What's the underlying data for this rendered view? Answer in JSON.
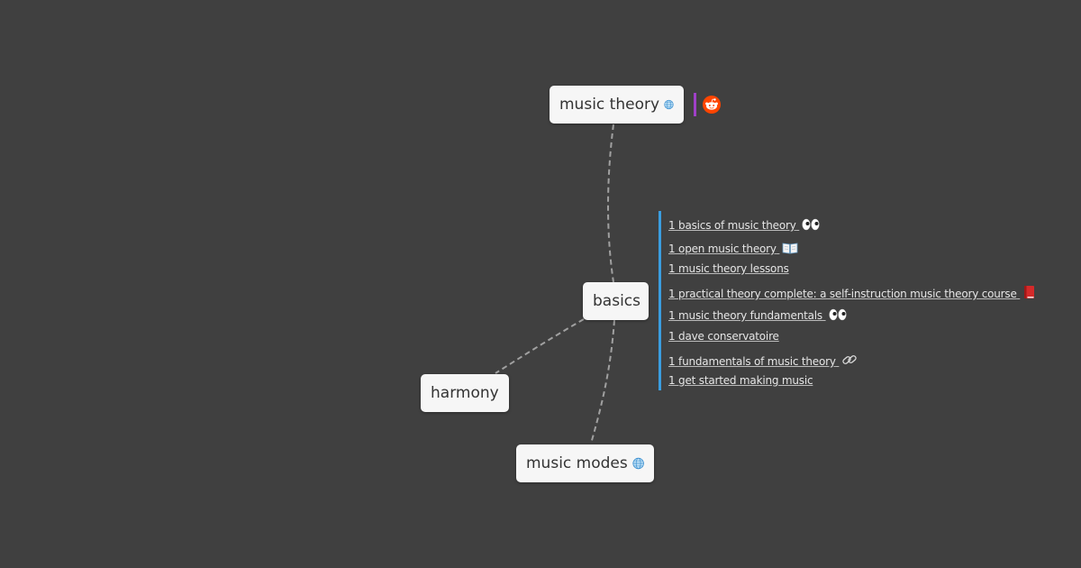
{
  "nodes": {
    "root": {
      "label": "music theory",
      "icon": "globe-icon"
    },
    "basics": {
      "label": "basics"
    },
    "harmony": {
      "label": "harmony"
    },
    "modes": {
      "label": "music modes",
      "icon": "globe-icon"
    }
  },
  "root_attachment": {
    "icon": "reddit-icon",
    "bar_color": "#a040c8"
  },
  "links_bar_color": "#3a9ee0",
  "links": [
    {
      "label": "1 basics of music theory",
      "icon": "eyes-icon"
    },
    {
      "label": "1 open music theory",
      "icon": "open-book-icon"
    },
    {
      "label": "1 music theory lessons"
    },
    {
      "label": "1 practical theory complete: a self-instruction music theory course",
      "icon": "red-book-icon"
    },
    {
      "label": "1 music theory fundamentals",
      "icon": "eyes-icon"
    },
    {
      "label": "1 dave conservatoire"
    },
    {
      "label": "1 fundamentals of music theory",
      "icon": "link-icon"
    },
    {
      "label": "1 get started making music"
    }
  ],
  "colors": {
    "background": "#404040",
    "node": "#f6f6f6",
    "edge": "#a0a0a0"
  }
}
